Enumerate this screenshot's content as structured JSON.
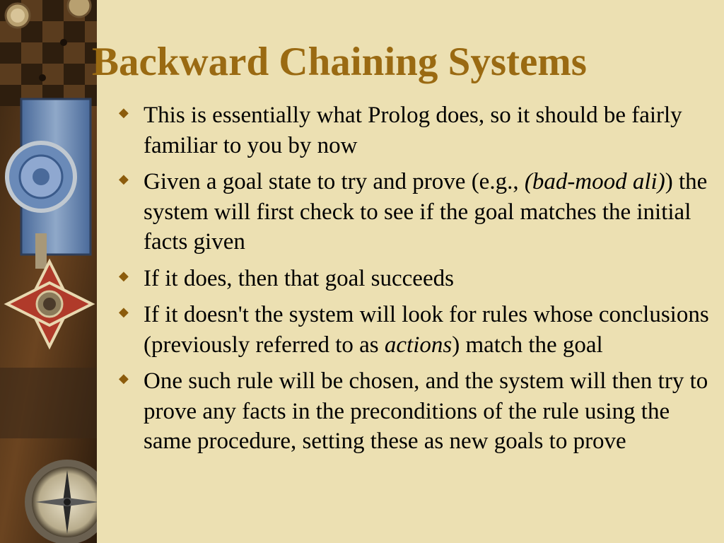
{
  "slide": {
    "title": "Backward Chaining Systems",
    "accent_color": "#9A6A12",
    "background_color": "#ECE0B2",
    "decoration": "medal-and-compass-image",
    "bullet_icon": "diamond-bullet-icon",
    "bullets": [
      {
        "text": "This is essentially what Prolog does, so it should be fairly familiar to you by now"
      },
      {
        "text_a": "Given a goal state to try and prove (e.g., ",
        "text_b": "(bad-mood ali)",
        "text_c": ") the system will first check to see if the goal matches the initial facts given"
      },
      {
        "text": "If it does, then that goal succeeds"
      },
      {
        "text_a": "If it doesn't the system will look for rules whose conclusions (previously referred to as ",
        "text_b": "actions",
        "text_c": ") match the goal"
      },
      {
        "text": "One such rule will be chosen, and the system will then try to prove any facts in the preconditions of the rule using the same procedure, setting these as new goals to prove"
      }
    ]
  }
}
